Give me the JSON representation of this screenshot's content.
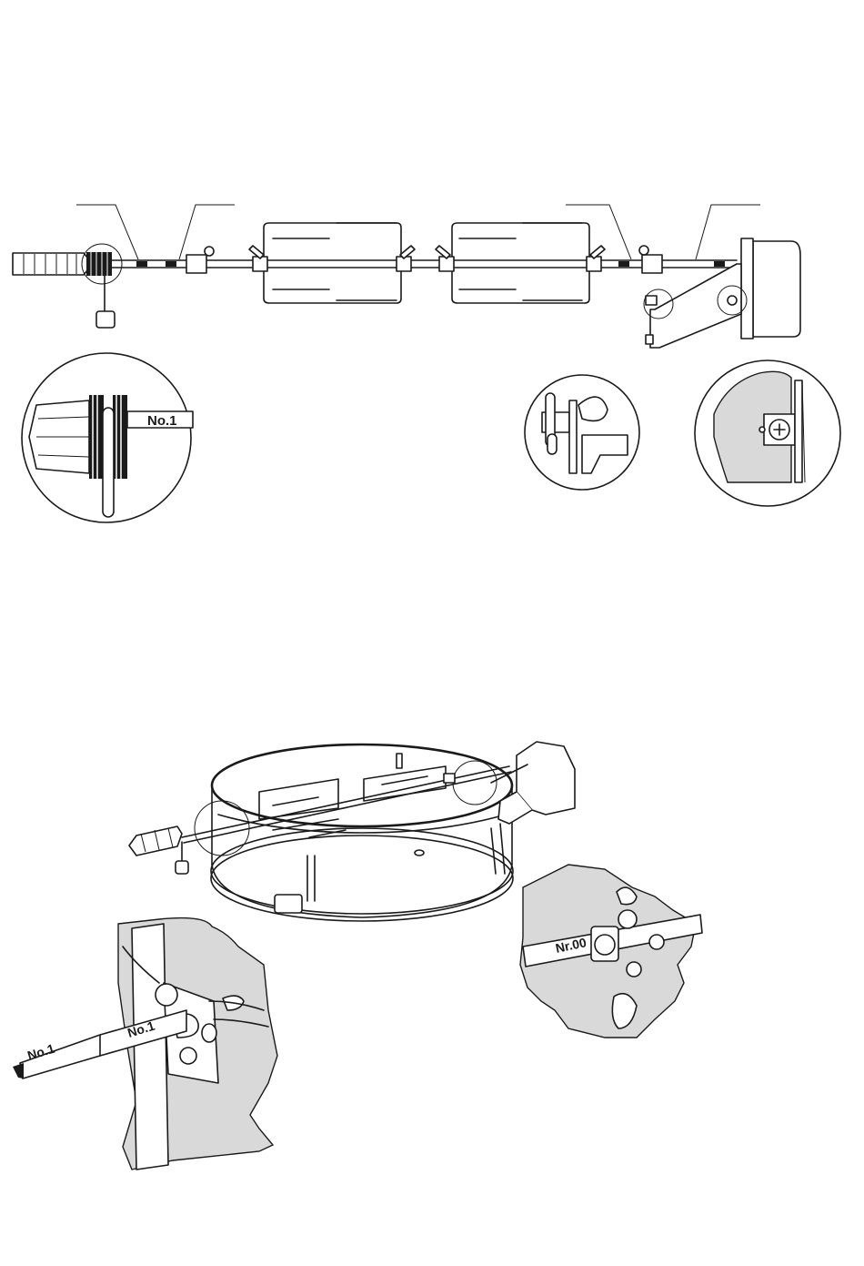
{
  "labels": {
    "detail_top_left_rod": "No.1",
    "bottom_left_rod_outer": "No.1",
    "bottom_left_rod_inner": "No.1",
    "bottom_right_rod": "Nr.00"
  }
}
